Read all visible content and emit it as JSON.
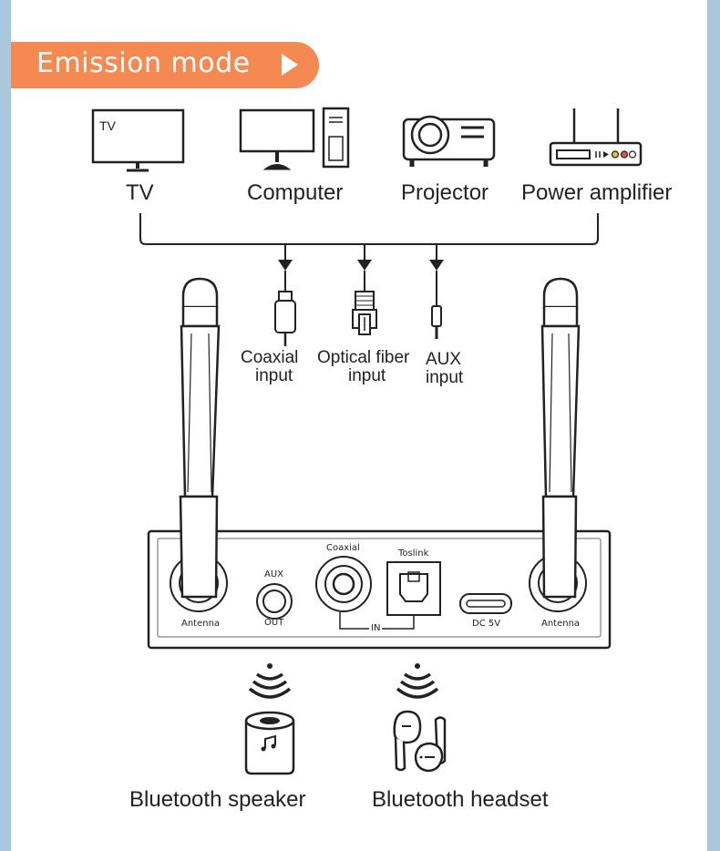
{
  "banner": {
    "title": "Emission mode"
  },
  "sources": {
    "tv": "TV",
    "tv_screen_text": "TV",
    "computer": "Computer",
    "projector": "Projector",
    "amplifier": "Power amplifier"
  },
  "inputs": {
    "coaxial": [
      "Coaxial",
      "input"
    ],
    "optical": [
      "Optical fiber",
      "input"
    ],
    "aux": [
      "AUX",
      "input"
    ]
  },
  "device": {
    "antenna_left": "Antenna",
    "antenna_right": "Antenna",
    "aux_top": "AUX",
    "aux_bottom": "OUT",
    "coaxial": "Coaxial",
    "toslink": "Toslink",
    "in": "IN",
    "dc": "DC 5V"
  },
  "outputs": {
    "speaker": "Bluetooth speaker",
    "headset": "Bluetooth headset"
  },
  "colors": {
    "accent": "#f48a52",
    "frame": "#a9c7dc",
    "line": "#222222"
  }
}
